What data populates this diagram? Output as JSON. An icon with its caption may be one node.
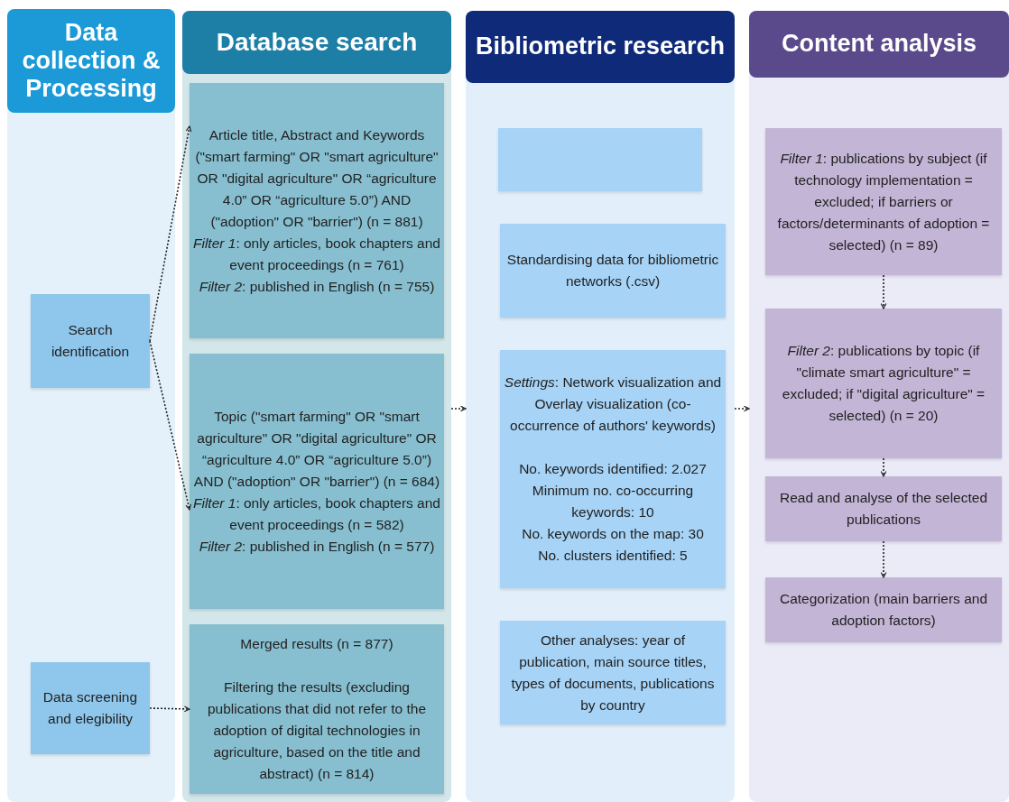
{
  "diagram": {
    "nodes": [
      {
        "text": [
          "Data collection & Processing"
        ]
      },
      {
        "text": [
          "Search identification"
        ],
        "in": 0
      },
      {
        "text": [
          "Data screening and elegibility"
        ],
        "in": 0
      },
      {
        "text": [
          "Database search"
        ]
      },
      {
        "text": [
          "Article title, Abstract and Keywords (\"smart farming\" OR \"smart agriculture\" OR \"digital agriculture\" OR “agriculture 4.0” OR “agriculture 5.0”) AND (\"adoption\" OR \"barrier\") (n = 881)",
          "*Filter 1*: only articles, book chapters and event proceedings (n = 761)",
          "*Filter 2*: published in English (n = 755)"
        ],
        "in": 3
      },
      {
        "text": [
          "Topic (\"smart farming\" OR \"smart agriculture\" OR \"digital agriculture\" OR “agriculture 4.0” OR “agriculture 5.0”) AND (\"adoption\" OR \"barrier\") (n = 684)",
          "*Filter 1*: only articles, book chapters and event proceedings (n = 582)",
          "*Filter 2*: published in English (n = 577)"
        ],
        "in": 3
      },
      {
        "text": [
          "Merged results (n = 877)",
          "Filtering the results (excluding publications that did not refer to the adoption of digital technologies in agriculture, based on the title and abstract) (n = 814)"
        ],
        "in": 3
      },
      {
        "text": [
          "Bibliometric research"
        ]
      },
      {
        "text": [],
        "shape": "box",
        "in": 7
      },
      {
        "text": [
          "Standardising data for bibliometric networks (.csv)"
        ],
        "in": 7
      },
      {
        "text": [
          "*Settings*: Network visualization and Overlay visualization (co-occurrence of authors' keywords)",
          "No. keywords identified: 2.027",
          "Minimum no. co-occurring keywords: 10",
          "No. keywords on the map: 30",
          "No. clusters identified: 5"
        ],
        "in": 7
      },
      {
        "text": [
          "Other analyses: year of publication, main source titles, types of documents, publications by country"
        ],
        "in": 7
      },
      {
        "text": [
          "Content analysis"
        ]
      },
      {
        "text": [
          "*Filter 1*: publications by subject (if technology implementation = excluded; if barriers or factors/determinants of adoption = selected) (n = 89)"
        ],
        "in": 12
      },
      {
        "text": [
          "*Filter 2*: publications by topic (if \"climate smart agriculture\" = excluded; if \"digital agriculture\" = selected) (n = 20)"
        ],
        "in": 12
      },
      {
        "text": [
          "Read and analyse of the selected publications"
        ],
        "in": 12
      },
      {
        "text": [
          "Categorization (main barriers and adoption factors)"
        ],
        "in": 12
      }
    ],
    "edges": [
      {
        "from": 1,
        "to": 4,
        "arrow": "to"
      },
      {
        "from": 1,
        "to": 5,
        "arrow": "to"
      },
      {
        "from": 2,
        "to": 6,
        "arrow": "to"
      },
      {
        "from": 3,
        "to": 7,
        "arrow": "to"
      },
      {
        "from": 7,
        "to": 12,
        "arrow": "to"
      },
      {
        "from": 13,
        "to": 14,
        "arrow": "to"
      },
      {
        "from": 14,
        "to": 15,
        "arrow": "to"
      },
      {
        "from": 15,
        "to": 16,
        "arrow": "to"
      }
    ]
  }
}
